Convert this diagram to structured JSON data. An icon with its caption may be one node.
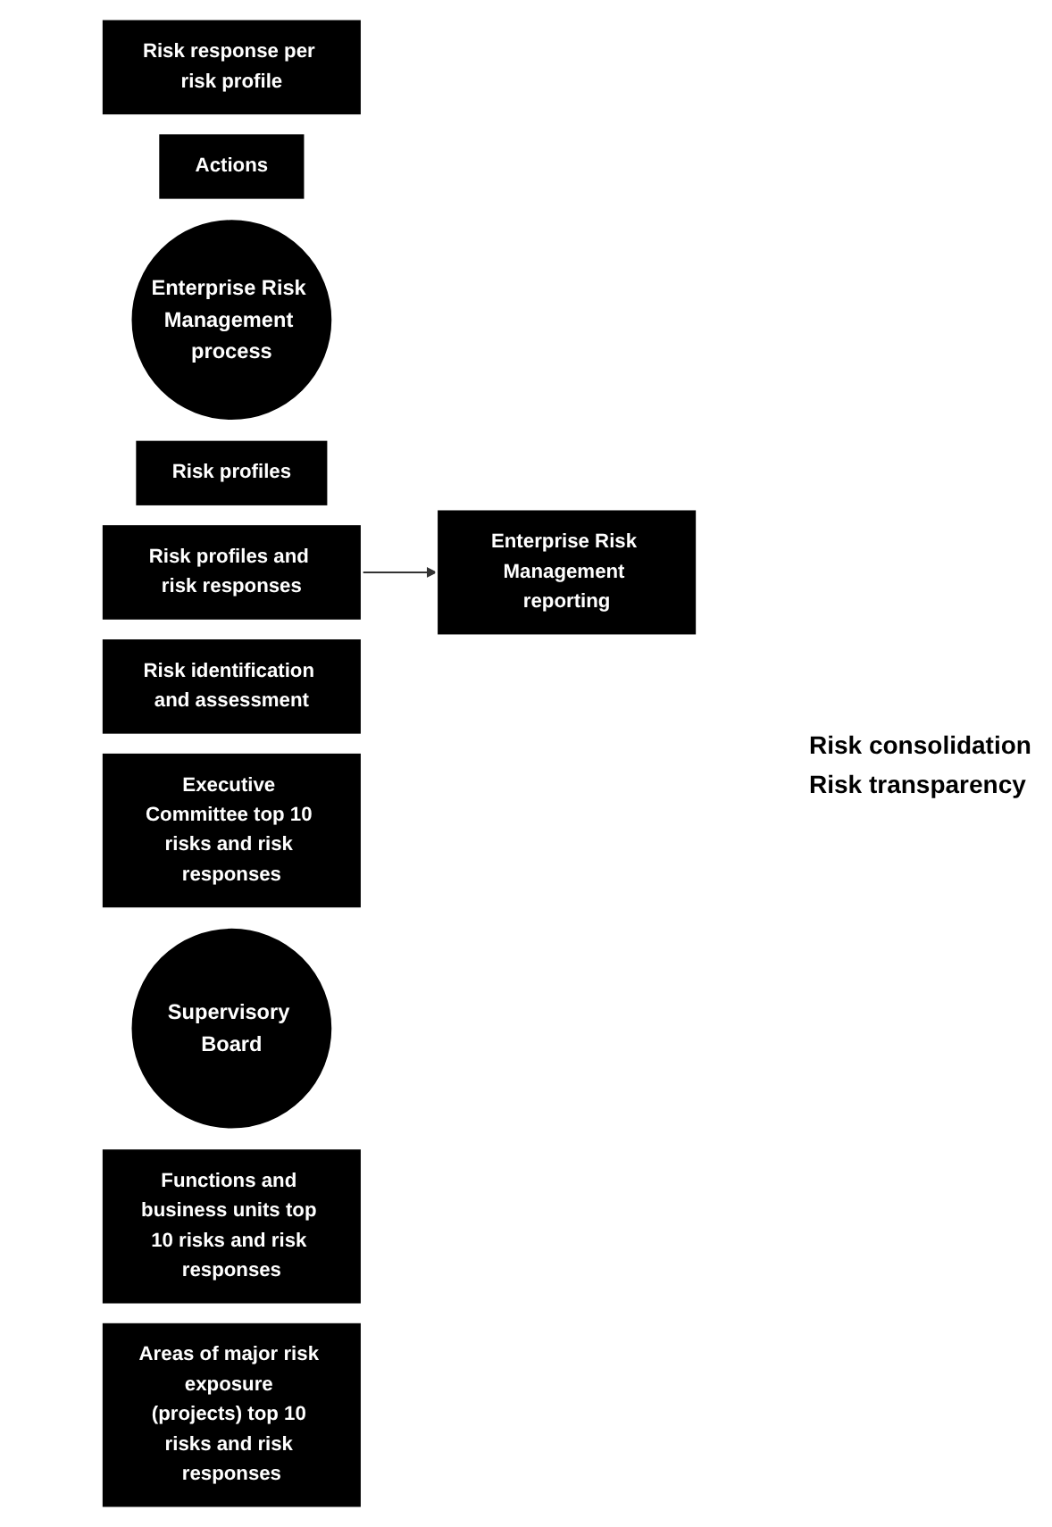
{
  "diagram": {
    "nodes": [
      {
        "text": [
          "Risk response per risk profile"
        ]
      },
      {
        "text": [
          "Actions"
        ]
      },
      {
        "text": [
          "Enterprise Risk Management process"
        ]
      },
      {
        "text": [
          "Risk profiles"
        ]
      },
      {
        "text": [
          "Risk profiles and risk responses"
        ]
      },
      {
        "text": [
          "Risk identification and assessment"
        ]
      },
      {
        "text": [
          "Executive Committee top 10 risks and risk responses"
        ]
      },
      {
        "text": [
          "Enterprise Risk Management reporting"
        ]
      },
      {
        "text": [
          "Supervisory Board"
        ]
      },
      {
        "text": [
          "Functions and business units top 10 risks and risk responses"
        ]
      },
      {
        "text": [
          "Areas of major risk exposure (projects) top 10 risks and risk responses"
        ]
      }
    ],
    "edges": [
      {
        "from": 4,
        "to": 7,
        "arrow": "to"
      }
    ],
    "labels": [
      "Risk consolidation",
      "Risk transparency"
    ]
  }
}
